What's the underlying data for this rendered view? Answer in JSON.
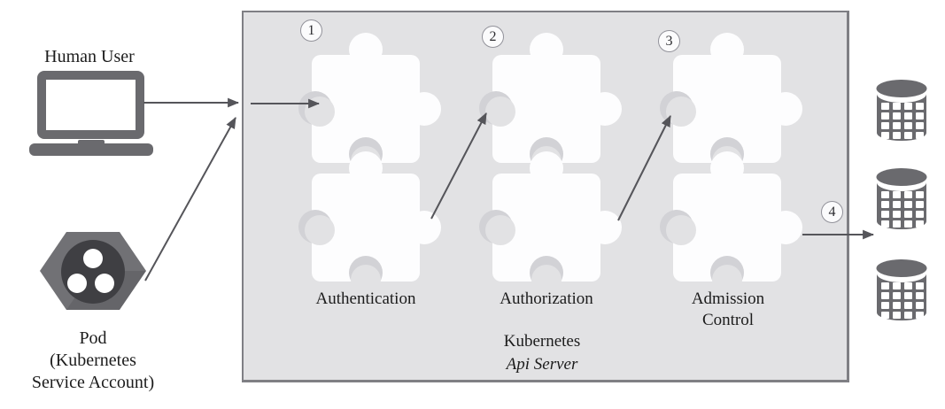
{
  "colors": {
    "icon-gray": "#6a6a6e",
    "box-bg": "#e2e2e4",
    "box-border": "#7f7f84",
    "piece-white": "#fdfdfe",
    "socket-shadow": "#d2d2d6",
    "arrow": "#55555a",
    "text": "#1c1c1c"
  },
  "icons": {
    "human_user": "laptop-icon",
    "pod": "pod-hexagon-icon",
    "datastore": "database-cylinder-icon",
    "stage": "puzzle-piece"
  },
  "actors": {
    "human_user": {
      "label": "Human User"
    },
    "pod": {
      "label": "Pod",
      "subline1": "(Kubernetes",
      "subline2": "Service Account)"
    }
  },
  "api_server": {
    "title_line1": "Kubernetes",
    "title_line2": "Api Server",
    "stages": [
      {
        "step": "1",
        "label": "Authentication"
      },
      {
        "step": "2",
        "label": "Authorization"
      },
      {
        "step": "3",
        "label": "Admission Control"
      }
    ],
    "output_step": "4"
  },
  "datastores": {
    "count": 3
  }
}
